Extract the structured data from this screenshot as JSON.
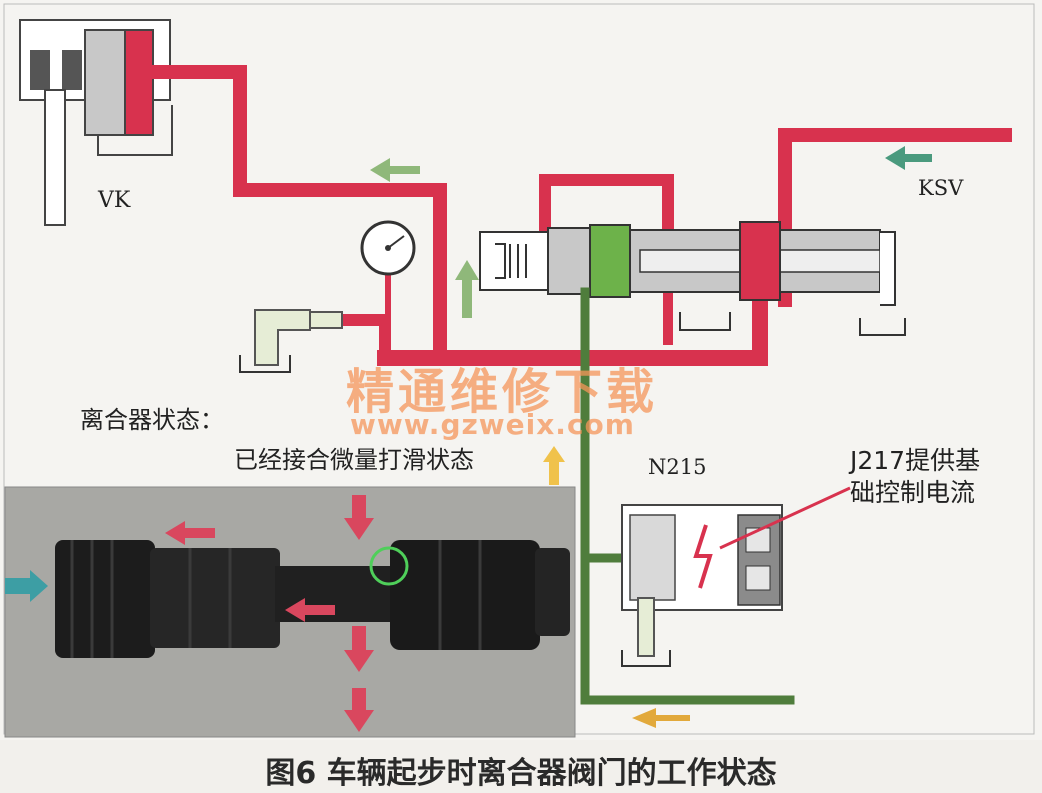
{
  "labels": {
    "vk": "VK",
    "ksv": "KSV",
    "n215": "N215",
    "state_title": "离合器状态：",
    "state_value": "已经接合微量打滑状态",
    "j217_note": "J217提供基础控制电流"
  },
  "watermark": {
    "text": "精通维修下载",
    "url": "www.gzweix.com"
  },
  "caption": "图6 车辆起步时离合器阀门的工作状态",
  "colors": {
    "pressure_line": "#d8324e",
    "control_line": "#4f7d3c",
    "valve_body": "#c8c8c8",
    "arrow_green": "#8fb87a",
    "arrow_red": "#d9475e",
    "arrow_yellow": "#f0c24b",
    "arrow_teal": "#3d9ea4",
    "arrow_orange": "#e2a93b"
  }
}
